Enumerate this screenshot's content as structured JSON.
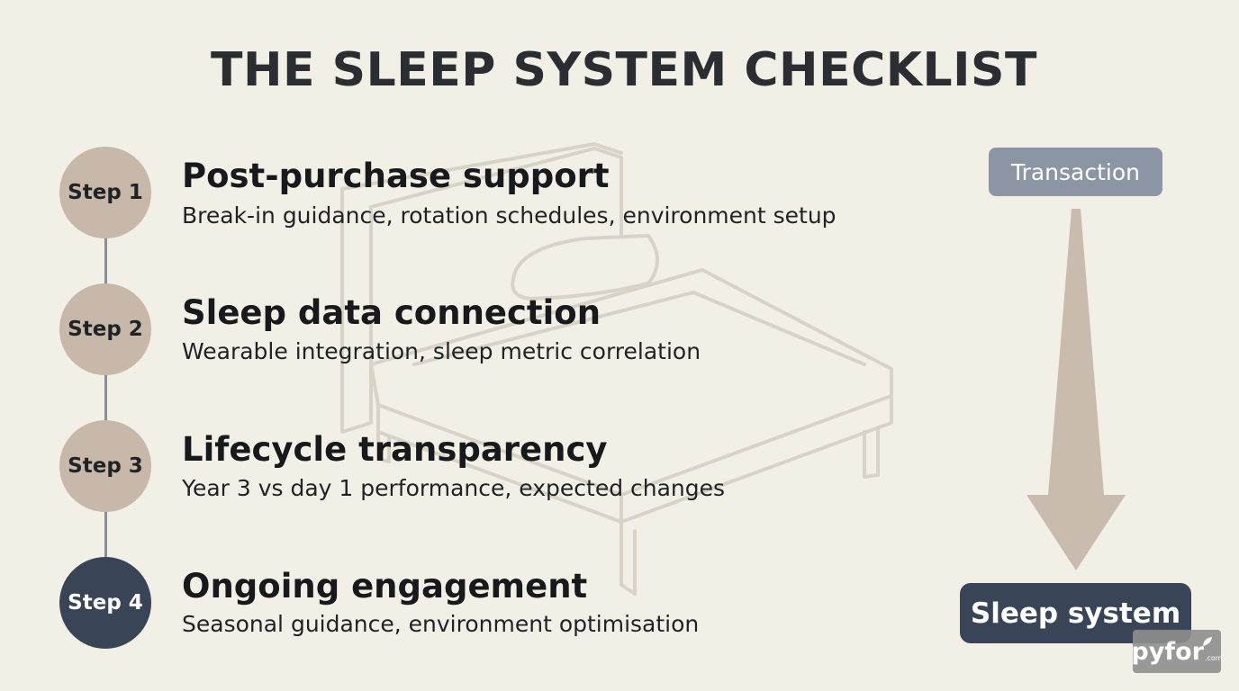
{
  "title": "THE SLEEP SYSTEM CHECKLIST",
  "steps": [
    {
      "badge": "Step 1",
      "heading": "Post-purchase support",
      "description": "Break-in guidance, rotation schedules, environment setup"
    },
    {
      "badge": "Step 2",
      "heading": "Sleep data connection",
      "description": "Wearable integration, sleep metric correlation"
    },
    {
      "badge": "Step 3",
      "heading": "Lifecycle transparency",
      "description": "Year 3 vs day 1 performance, expected changes"
    },
    {
      "badge": "Step 4",
      "heading": "Ongoing engagement",
      "description": "Seasonal guidance, environment optimisation"
    }
  ],
  "flow": {
    "from_label": "Transaction",
    "to_label": "Sleep system"
  },
  "watermark": {
    "brand": "pyfor",
    "suffix": ".com"
  },
  "colors": {
    "background": "#f2efe6",
    "step_light": "#c7b8a9",
    "step_dark": "#3a4457",
    "transaction_box": "#8b95a3",
    "arrow": "#c9bcae"
  },
  "icons": {
    "background_illustration": "bed-outline-icon",
    "flow_arrow": "down-arrow-icon",
    "logo_leaf": "leaf-icon"
  }
}
